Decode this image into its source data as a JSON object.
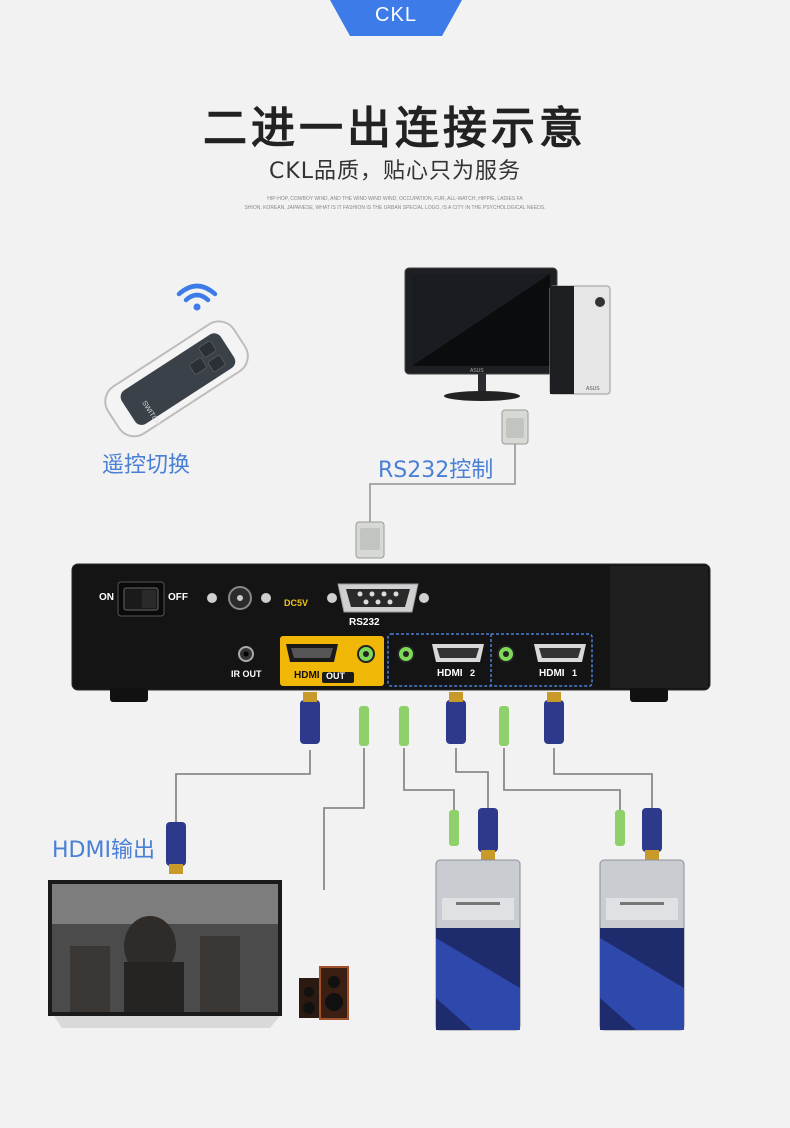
{
  "brand_badge": "CKL",
  "title": "二进一出连接示意",
  "subtitle": "CKL品质，贴心只为服务",
  "tagline_line1": "HIP-HOP, COWBOY WIND, AND THE WIND WIND WIND, OCCUPATION, FUR, ALL-WATCH, HIPPIE, LADIES FA",
  "tagline_line2": "SHION, KOREAN, JAPANESE, WHAT IS IT FASHION IS THE URBAN SPECIAL LOGO, IS A CITY IN THE PSYCHOLOGICAL NEEDS.",
  "labels": {
    "remote": "遥控切换",
    "rs232_control": "RS232控制",
    "hdmi_output": "HDMI输出"
  },
  "remote": {
    "key_label": "SWITCH"
  },
  "monitor": {
    "brand": "ASUS"
  },
  "switcher": {
    "power_on": "ON",
    "power_off": "OFF",
    "dc_label": "DC5V",
    "rs232_label": "RS232",
    "ir_label": "IR OUT",
    "hdmi_out_prefix": "HDMI",
    "hdmi_out_word": "OUT",
    "hdmi2_label": "HDMI",
    "hdmi2_num": "2",
    "hdmi1_label": "HDMI",
    "hdmi1_num": "1"
  },
  "colors": {
    "accent_blue": "#4a7fd6",
    "badge_blue": "#3d7be8",
    "device_black": "#141414",
    "output_gold": "#f1b707",
    "audio_green": "#7ed957",
    "cable_gray": "#8a8a8a"
  }
}
